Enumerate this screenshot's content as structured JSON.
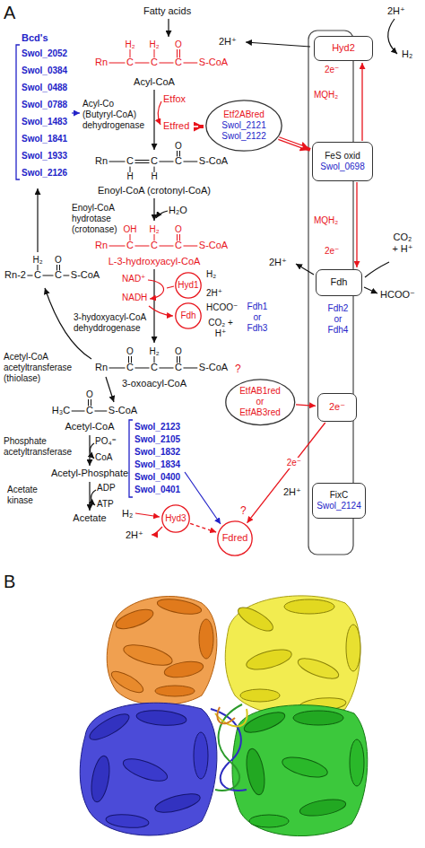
{
  "diagram": {
    "nodes": [
      {
        "text": [
          "Hyd2"
        ]
      },
      {
        "text": [
          "Etf2ABred",
          "Swol_2121",
          "Swol_2122"
        ]
      },
      {
        "text": [
          "FeS oxid",
          "Swol_0698"
        ]
      },
      {
        "text": [
          "Hyd1"
        ]
      },
      {
        "text": [
          "Fdh"
        ]
      },
      {
        "text": [
          "Fdh"
        ]
      },
      {
        "text": [
          "EtfAB1red or EtfAB3red"
        ]
      },
      {
        "text": [
          "2e⁻"
        ]
      },
      {
        "text": [
          "FixC",
          "Swol_2124"
        ]
      },
      {
        "text": [
          "Hyd3"
        ]
      },
      {
        "text": [
          "Fdred"
        ]
      }
    ],
    "edges": [
      {
        "from": 1,
        "to": 2,
        "arrow": "to"
      },
      {
        "from": 2,
        "to": 0,
        "arrow": "to"
      },
      {
        "from": 2,
        "to": 4,
        "arrow": "to"
      },
      {
        "from": 6,
        "to": 7,
        "arrow": "to"
      },
      {
        "from": 7,
        "to": 10,
        "arrow": "to",
        "label": "2e⁻"
      },
      {
        "from": 9,
        "to": 10,
        "arrow": "to"
      }
    ],
    "labels": [
      "A",
      "Fatty acids",
      "Bcd's",
      "Swol_2052",
      "Swol_0384",
      "Swol_0488",
      "Swol_0788",
      "Swol_1483",
      "Swol_1841",
      "Swol_1933",
      "Swol_2126",
      "H₂",
      "H₂",
      "O",
      "Rn",
      "C",
      "C",
      "C",
      "S-CoA",
      "Acyl-CoA",
      "Acyl-Co (Butyryl-CoA) dehydrogenase",
      "Etfox",
      "Etfred",
      "O",
      "Rn",
      "C",
      "C",
      "C",
      "S-CoA",
      "H",
      "H",
      "Enoyl-CoA (crotonyl-CoA)",
      "Enoyl-CoA hydrotase (crotonase)",
      "H₂O",
      "OH",
      "H₂",
      "O",
      "Rn",
      "C",
      "C",
      "C",
      "S-CoA",
      "L-3-hydroxyacyl-CoA",
      "H₂",
      "2H⁺",
      "NAD⁺",
      "NADH",
      "3-hydoxyacyl-CoA dehyddrogenase",
      "HCOO⁻",
      "CO₂ + H⁺",
      "Fdh1 or Fdh3",
      "O",
      "H₂",
      "O",
      "Rn",
      "C",
      "C",
      "C",
      "S-CoA",
      "3-oxoacyl-CoA",
      "H₂",
      "O",
      "Rn-2",
      "C",
      "C",
      "S-CoA",
      "Acetyl-CoA acetyltransferase (thiolase)",
      "O",
      "H₃C",
      "C",
      "S-CoA",
      "Acetyl-CoA",
      "Phosphate acetyltransferase",
      "PO₄⁼",
      "CoA",
      "Acetyl-Phosphate",
      "Acetate kinase",
      "ADP",
      "ATP",
      "Acetate",
      "2H⁺",
      "2H⁺",
      "H₂",
      "2e⁻",
      "MQH₂",
      "MQH₂",
      "2e⁻",
      "2H⁺",
      "CO₂ + H⁺",
      "HCOO⁻",
      "Fdh2 or Fdh4",
      "?",
      "2H⁺",
      "Swol_2123",
      "Swol_2105",
      "Swol_1832",
      "Swol_1834",
      "Swol_0400",
      "Swol_0401",
      "H₂",
      "2H⁺",
      "?",
      "B"
    ]
  }
}
